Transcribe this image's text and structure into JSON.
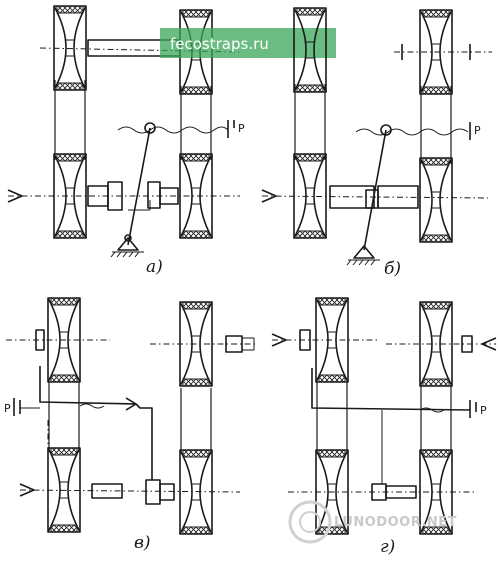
{
  "figure": {
    "panels": [
      {
        "id": "a",
        "label": "а)"
      },
      {
        "id": "b",
        "label": "б)"
      },
      {
        "id": "v",
        "label": "в)"
      },
      {
        "id": "g",
        "label": "г)"
      }
    ],
    "force_marks": {
      "a": "P",
      "b": "P",
      "v": "P",
      "g": "P"
    }
  },
  "watermarks": {
    "top": "fecostraps.ru",
    "bottom": "LUNODOOR.NET"
  }
}
